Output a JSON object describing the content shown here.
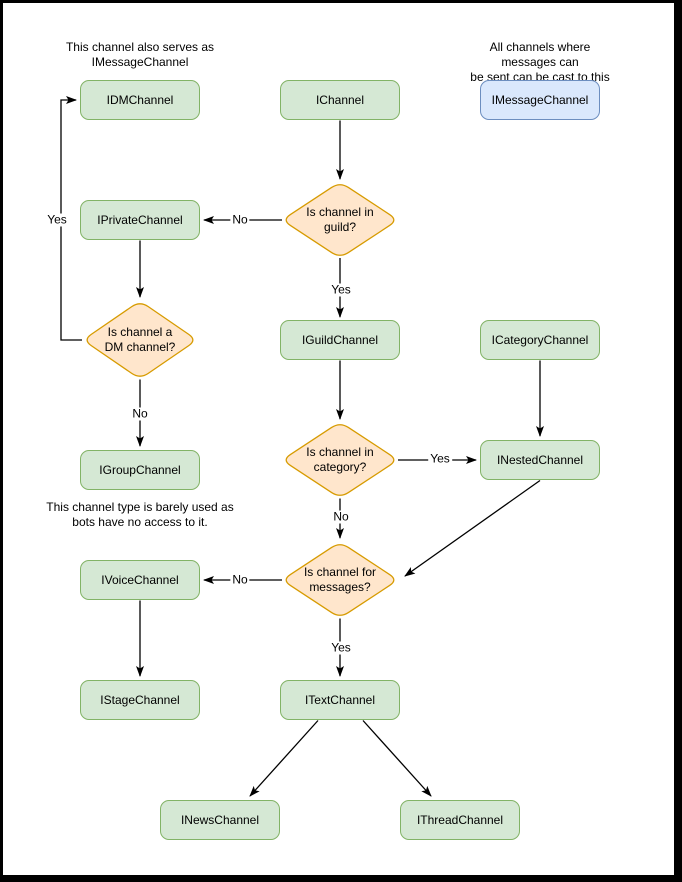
{
  "notes": {
    "dm_note": "This channel also serves as\nIMessageChannel",
    "message_note": "All channels where messages can\nbe sent can be cast to this type.",
    "group_note": "This channel type is barely used as\nbots have no access to it."
  },
  "nodes": {
    "idm": {
      "label": "IDMChannel"
    },
    "ichannel": {
      "label": "IChannel"
    },
    "imessage": {
      "label": "IMessageChannel"
    },
    "iprivate": {
      "label": "IPrivateChannel"
    },
    "iguild": {
      "label": "IGuildChannel"
    },
    "icategory": {
      "label": "ICategoryChannel"
    },
    "igroup": {
      "label": "IGroupChannel"
    },
    "inested": {
      "label": "INestedChannel"
    },
    "ivoice": {
      "label": "IVoiceChannel"
    },
    "itext": {
      "label": "ITextChannel"
    },
    "istage": {
      "label": "IStageChannel"
    },
    "inews": {
      "label": "INewsChannel"
    },
    "ithread": {
      "label": "IThreadChannel"
    }
  },
  "decisions": {
    "guild": {
      "label": "Is channel in\nguild?"
    },
    "dm": {
      "label": "Is channel a\nDM channel?"
    },
    "category": {
      "label": "Is channel in\ncategory?"
    },
    "messages": {
      "label": "Is channel for\nmessages?"
    }
  },
  "edge_labels": {
    "guild_no": "No",
    "guild_yes": "Yes",
    "dm_yes": "Yes",
    "dm_no": "No",
    "category_yes": "Yes",
    "category_no": "No",
    "messages_no": "No",
    "messages_yes": "Yes"
  },
  "colors": {
    "channel_fill": "#d5e8d4",
    "channel_stroke": "#82b366",
    "decision_fill": "#ffe6cc",
    "decision_stroke": "#d79b00",
    "castable_fill": "#dae8fc",
    "castable_stroke": "#6c8ebf",
    "connector": "#000000",
    "frame": "#000000"
  }
}
